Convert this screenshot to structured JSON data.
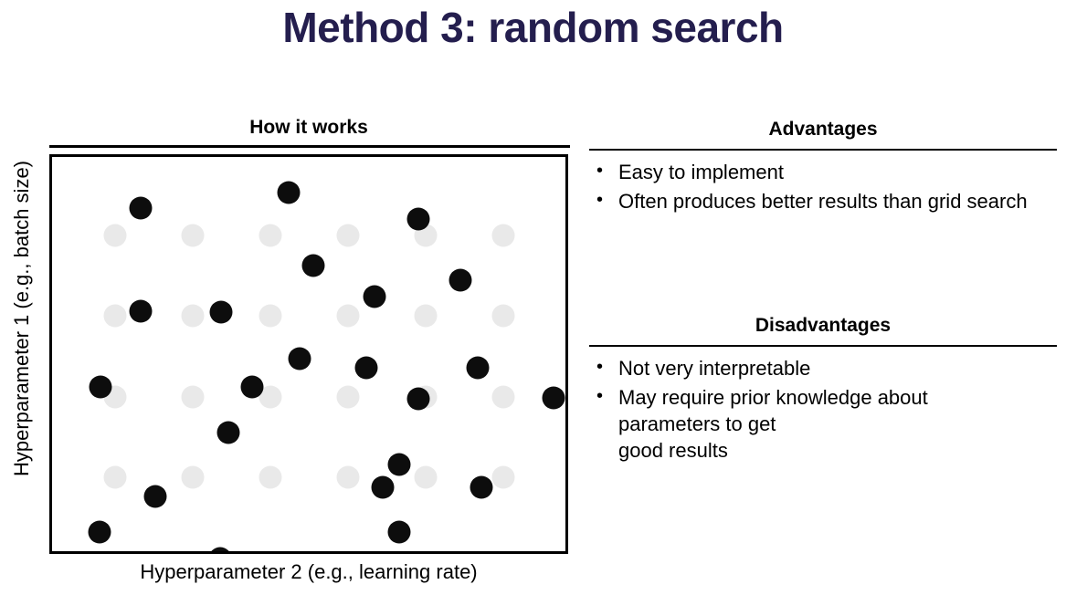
{
  "title": "Method 3: random search",
  "theme": {
    "title_color": "#241E4E",
    "text_color": "#000000",
    "grid_dot_color": "#e9e9e9",
    "sample_dot_color": "#0d0d0d",
    "background": "#ffffff"
  },
  "left_panel": {
    "heading": "How it works",
    "x_axis_label": "Hyperparameter 2 (e.g., learning rate)",
    "y_axis_label": "Hyperparameter 1 (e.g., batch size)"
  },
  "right_panel": {
    "advantages": {
      "heading": "Advantages",
      "items": [
        "Easy to implement",
        "Often produces better results than grid search"
      ]
    },
    "disadvantages": {
      "heading": "Disadvantages",
      "items": [
        "Not very interpretable",
        "May require prior knowledge about\nparameters to get\ngood results"
      ]
    }
  },
  "chart_data": {
    "type": "scatter",
    "title": "How it works",
    "xlabel": "Hyperparameter 2 (e.g., learning rate)",
    "ylabel": "Hyperparameter 1 (e.g., batch size)",
    "xlim": [
      0,
      568
    ],
    "ylim": [
      0,
      438
    ],
    "grid": false,
    "legend": "none",
    "note": "Random search: black points are randomly sampled trials; faint gray points show the regular grid-search lattice for comparison.",
    "series": [
      {
        "name": "grid-lattice",
        "color": "#e9e9e9",
        "marker": "circle",
        "marker_size": 25,
        "points": [
          [
            69,
            86
          ],
          [
            154,
            86
          ],
          [
            239,
            86
          ],
          [
            324,
            86
          ],
          [
            409,
            86
          ],
          [
            494,
            86
          ],
          [
            69,
            174
          ],
          [
            154,
            174
          ],
          [
            239,
            174
          ],
          [
            324,
            174
          ],
          [
            409,
            174
          ],
          [
            494,
            174
          ],
          [
            69,
            263
          ],
          [
            154,
            263
          ],
          [
            239,
            263
          ],
          [
            324,
            263
          ],
          [
            409,
            263
          ],
          [
            494,
            263
          ],
          [
            69,
            351
          ],
          [
            154,
            351
          ],
          [
            239,
            351
          ],
          [
            324,
            351
          ],
          [
            409,
            351
          ],
          [
            494,
            351
          ]
        ]
      },
      {
        "name": "random-samples",
        "color": "#0d0d0d",
        "marker": "circle",
        "marker_size": 25,
        "points": [
          [
            259,
            39
          ],
          [
            97,
            56
          ],
          [
            401,
            68
          ],
          [
            286,
            119
          ],
          [
            447,
            135
          ],
          [
            353,
            153
          ],
          [
            97,
            169
          ],
          [
            185,
            170
          ],
          [
            271,
            221
          ],
          [
            344,
            231
          ],
          [
            466,
            231
          ],
          [
            53,
            252
          ],
          [
            219,
            252
          ],
          [
            401,
            265
          ],
          [
            549,
            264
          ],
          [
            193,
            302
          ],
          [
            380,
            337
          ],
          [
            362,
            362
          ],
          [
            470,
            362
          ],
          [
            113,
            372
          ],
          [
            52,
            411
          ],
          [
            380,
            411
          ],
          [
            184,
            440
          ],
          [
            425,
            446
          ]
        ]
      }
    ]
  }
}
